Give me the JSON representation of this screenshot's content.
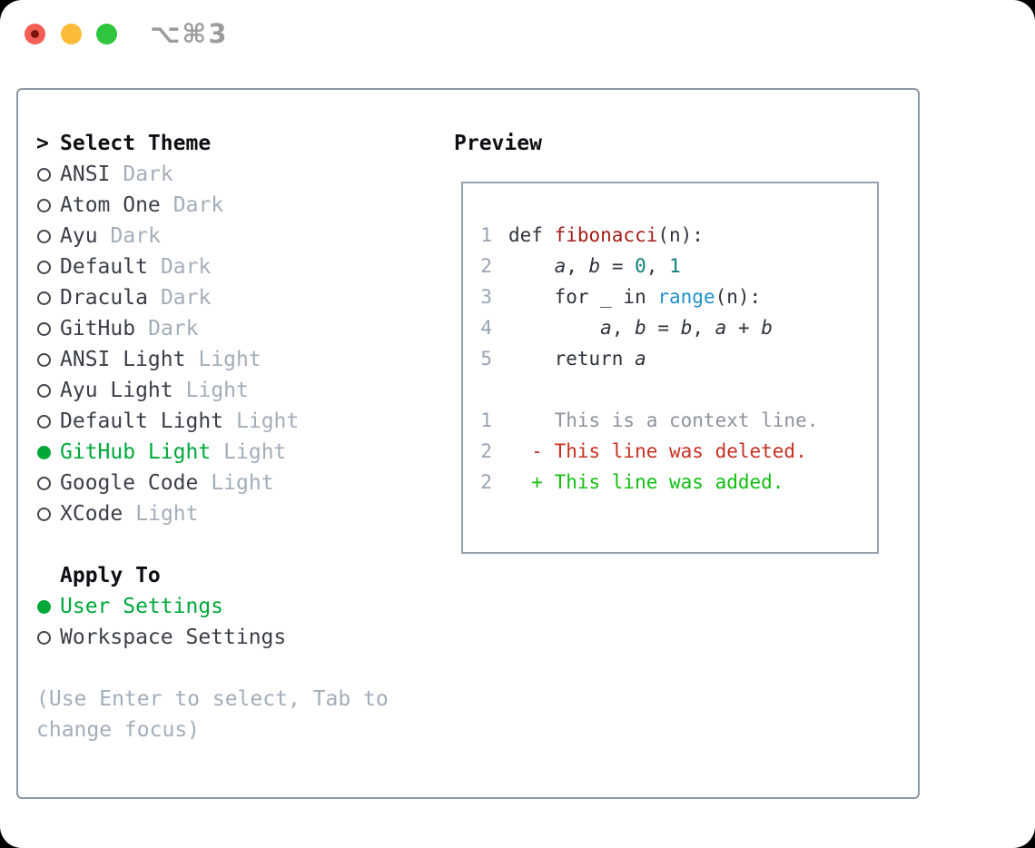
{
  "window": {
    "shortcut": "⌥⌘3"
  },
  "theme_selector": {
    "prompt": ">",
    "title": "Select Theme",
    "items": [
      {
        "name": "ANSI",
        "variant": "Dark",
        "selected": false
      },
      {
        "name": "Atom One",
        "variant": "Dark",
        "selected": false
      },
      {
        "name": "Ayu",
        "variant": "Dark",
        "selected": false
      },
      {
        "name": "Default",
        "variant": "Dark",
        "selected": false
      },
      {
        "name": "Dracula",
        "variant": "Dark",
        "selected": false
      },
      {
        "name": "GitHub",
        "variant": "Dark",
        "selected": false
      },
      {
        "name": "ANSI Light",
        "variant": "Light",
        "selected": false
      },
      {
        "name": "Ayu Light",
        "variant": "Light",
        "selected": false
      },
      {
        "name": "Default Light",
        "variant": "Light",
        "selected": false
      },
      {
        "name": "GitHub Light",
        "variant": "Light",
        "selected": true
      },
      {
        "name": "Google Code",
        "variant": "Light",
        "selected": false
      },
      {
        "name": "XCode",
        "variant": "Light",
        "selected": false
      }
    ]
  },
  "apply_to": {
    "title": "Apply To",
    "options": [
      {
        "name": "User Settings",
        "selected": true
      },
      {
        "name": "Workspace Settings",
        "selected": false
      }
    ]
  },
  "help_text": "(Use Enter to select, Tab to change focus)",
  "preview": {
    "title": "Preview",
    "lines": [
      {
        "num": "1",
        "tokens": [
          {
            "t": "def ",
            "c": "fg"
          },
          {
            "t": "fibonacci",
            "c": "func"
          },
          {
            "t": "(n):",
            "c": "fg"
          }
        ]
      },
      {
        "num": "2",
        "tokens": [
          {
            "t": "    ",
            "c": "fg"
          },
          {
            "t": "a",
            "c": "var"
          },
          {
            "t": ", ",
            "c": "fg"
          },
          {
            "t": "b",
            "c": "var"
          },
          {
            "t": " = ",
            "c": "fg"
          },
          {
            "t": "0",
            "c": "num"
          },
          {
            "t": ", ",
            "c": "fg"
          },
          {
            "t": "1",
            "c": "num"
          }
        ]
      },
      {
        "num": "3",
        "tokens": [
          {
            "t": "    for _ in ",
            "c": "fg"
          },
          {
            "t": "range",
            "c": "builtin"
          },
          {
            "t": "(n):",
            "c": "fg"
          }
        ]
      },
      {
        "num": "4",
        "tokens": [
          {
            "t": "        ",
            "c": "fg"
          },
          {
            "t": "a",
            "c": "var"
          },
          {
            "t": ", ",
            "c": "fg"
          },
          {
            "t": "b",
            "c": "var"
          },
          {
            "t": " = ",
            "c": "fg"
          },
          {
            "t": "b",
            "c": "var"
          },
          {
            "t": ", ",
            "c": "fg"
          },
          {
            "t": "a",
            "c": "var"
          },
          {
            "t": " + ",
            "c": "fg"
          },
          {
            "t": "b",
            "c": "var"
          }
        ]
      },
      {
        "num": "5",
        "tokens": [
          {
            "t": "    return ",
            "c": "fg"
          },
          {
            "t": "a",
            "c": "var"
          }
        ]
      },
      {
        "num": "",
        "tokens": []
      },
      {
        "num": "1",
        "tokens": [
          {
            "t": "    This is a context line.",
            "c": "ctx"
          }
        ]
      },
      {
        "num": "2",
        "tokens": [
          {
            "t": "  - This line was deleted.",
            "c": "del"
          }
        ]
      },
      {
        "num": "2",
        "tokens": [
          {
            "t": "  + This line was added.",
            "c": "add"
          }
        ]
      }
    ]
  },
  "colors": {
    "selected_green": "#00a83a",
    "function_red": "#a31d17",
    "number_teal": "#0f7e79",
    "builtin_blue": "#2090cb",
    "deleted_red": "#c62f21",
    "added_green": "#12bd12",
    "context_gray": "#8d939c",
    "muted_label": "#a3adb9"
  }
}
